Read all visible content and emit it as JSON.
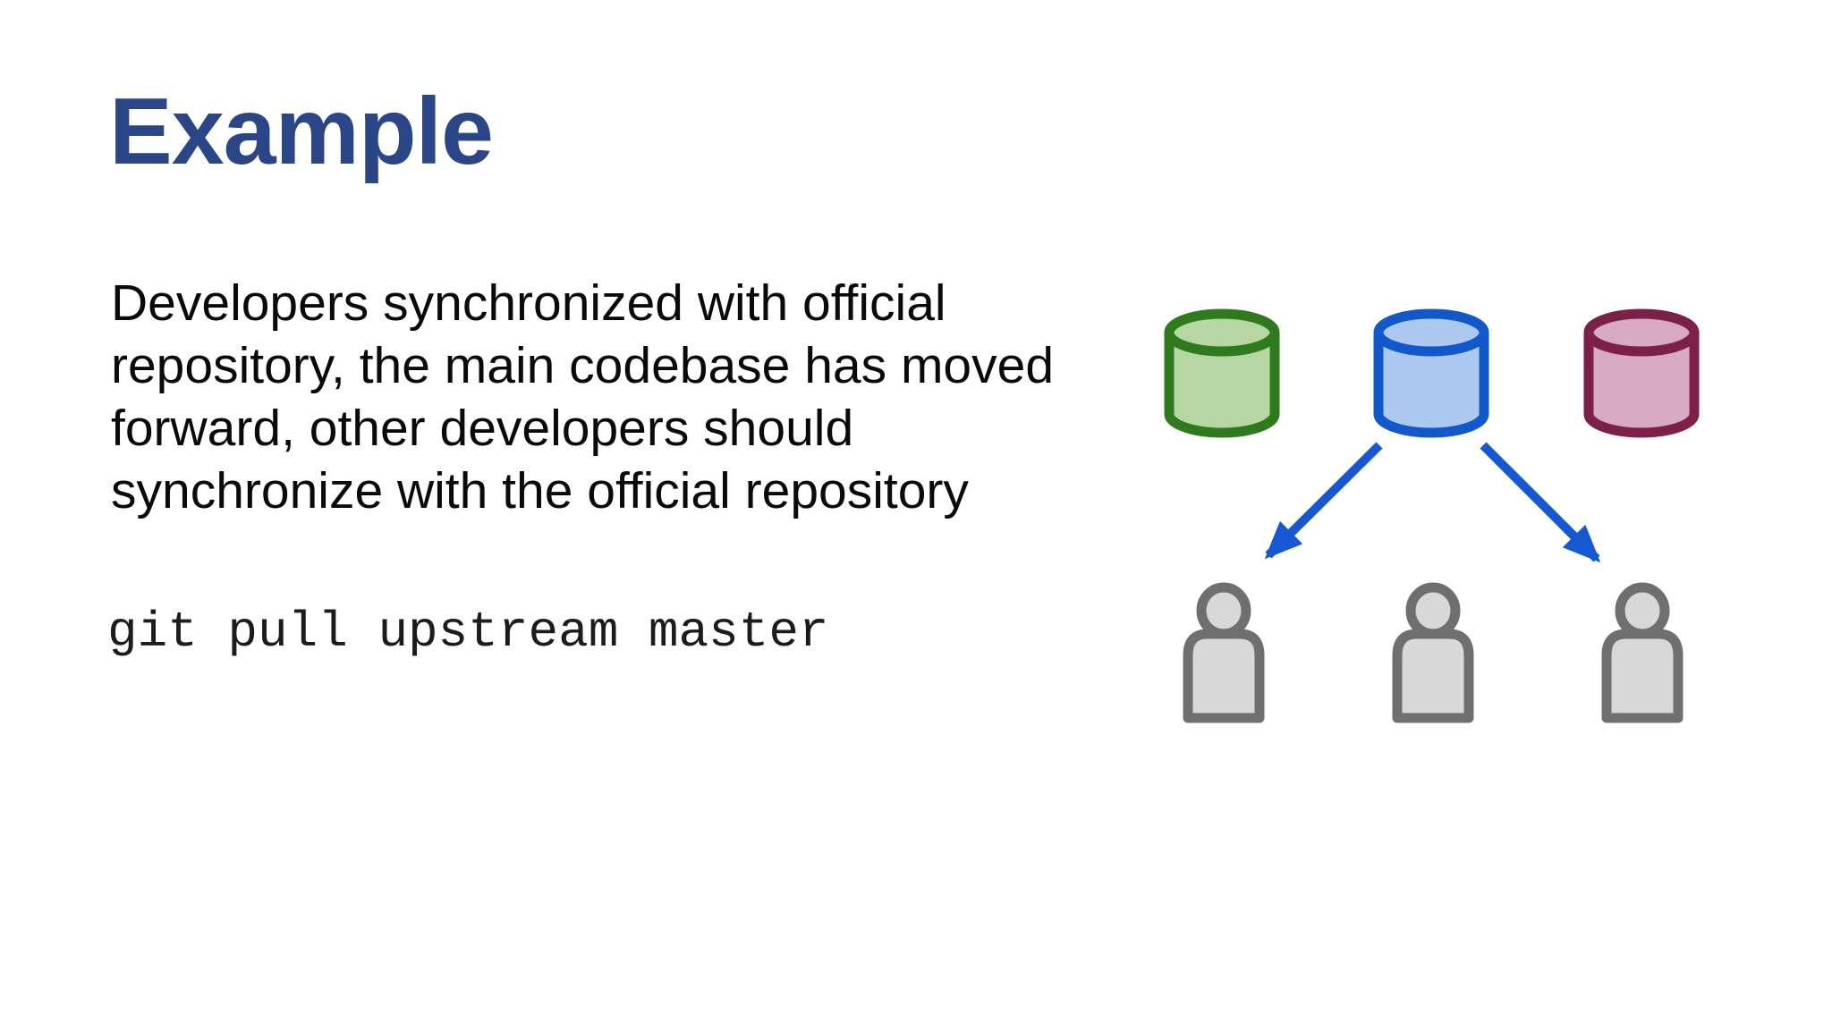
{
  "slide": {
    "title": "Example",
    "body_text": "Developers synchronized with official\nrepository, the main codebase has moved\nforward, other developers should\nsynchronize with the official repository",
    "code_text": "git pull upstream master"
  },
  "diagram": {
    "repositories": [
      {
        "id": "repo-green",
        "color_name": "green"
      },
      {
        "id": "repo-blue",
        "color_name": "blue"
      },
      {
        "id": "repo-maroon",
        "color_name": "maroon"
      }
    ],
    "developer_count": 3,
    "arrow_count": 2
  },
  "theme": {
    "bg": "#ffffff",
    "title-color": "#2a4687",
    "body-color": "#0a0a0a",
    "code-color": "#1c1c1c",
    "repo-green-stroke": "#2f7a1d",
    "repo-green-fill": "#b6d7a4",
    "repo-blue-stroke": "#1159cb",
    "repo-blue-fill": "#aec9f0",
    "repo-maroon-stroke": "#7d2049",
    "repo-maroon-fill": "#d7a9c2",
    "arrow-color": "#1658d2",
    "person-fill": "#d8d8d8",
    "person-stroke": "#6f6f6f"
  }
}
